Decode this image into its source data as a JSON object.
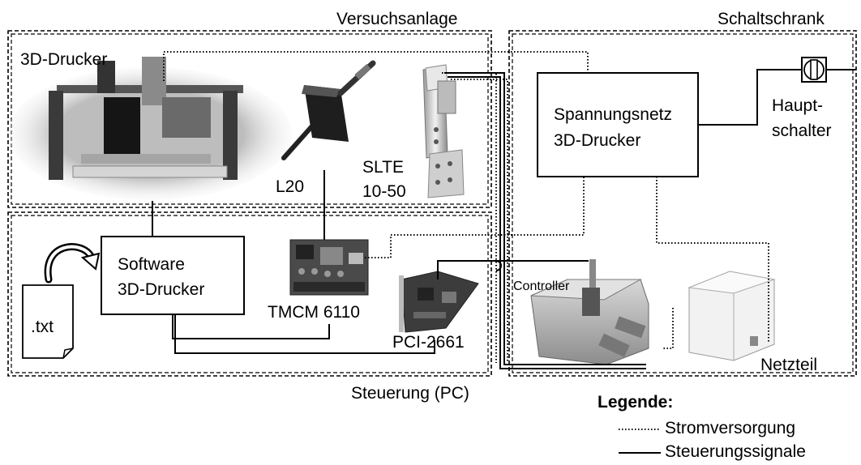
{
  "regions": {
    "versuchsanlage": "Versuchsanlage",
    "schaltschrank": "Schaltschrank",
    "steuerung": "Steuerung (PC)"
  },
  "components": {
    "printer": "3D-Drucker",
    "motor": "L20",
    "actuator_line1": "SLTE",
    "actuator_line2": "10-50",
    "power_net_line1": "Spannungsnetz",
    "power_net_line2": "3D-Drucker",
    "main_switch_line1": "Haupt-",
    "main_switch_line2": "schalter",
    "software_line1": "Software",
    "software_line2": "3D-Drucker",
    "txt_file": ".txt",
    "tmcm": "TMCM 6110",
    "pci": "PCI-2661",
    "controller": "Controller",
    "power_supply": "Netzteil"
  },
  "legend": {
    "title": "Legende:",
    "power": "Stromversorgung",
    "signals": "Steuerungssignale"
  }
}
